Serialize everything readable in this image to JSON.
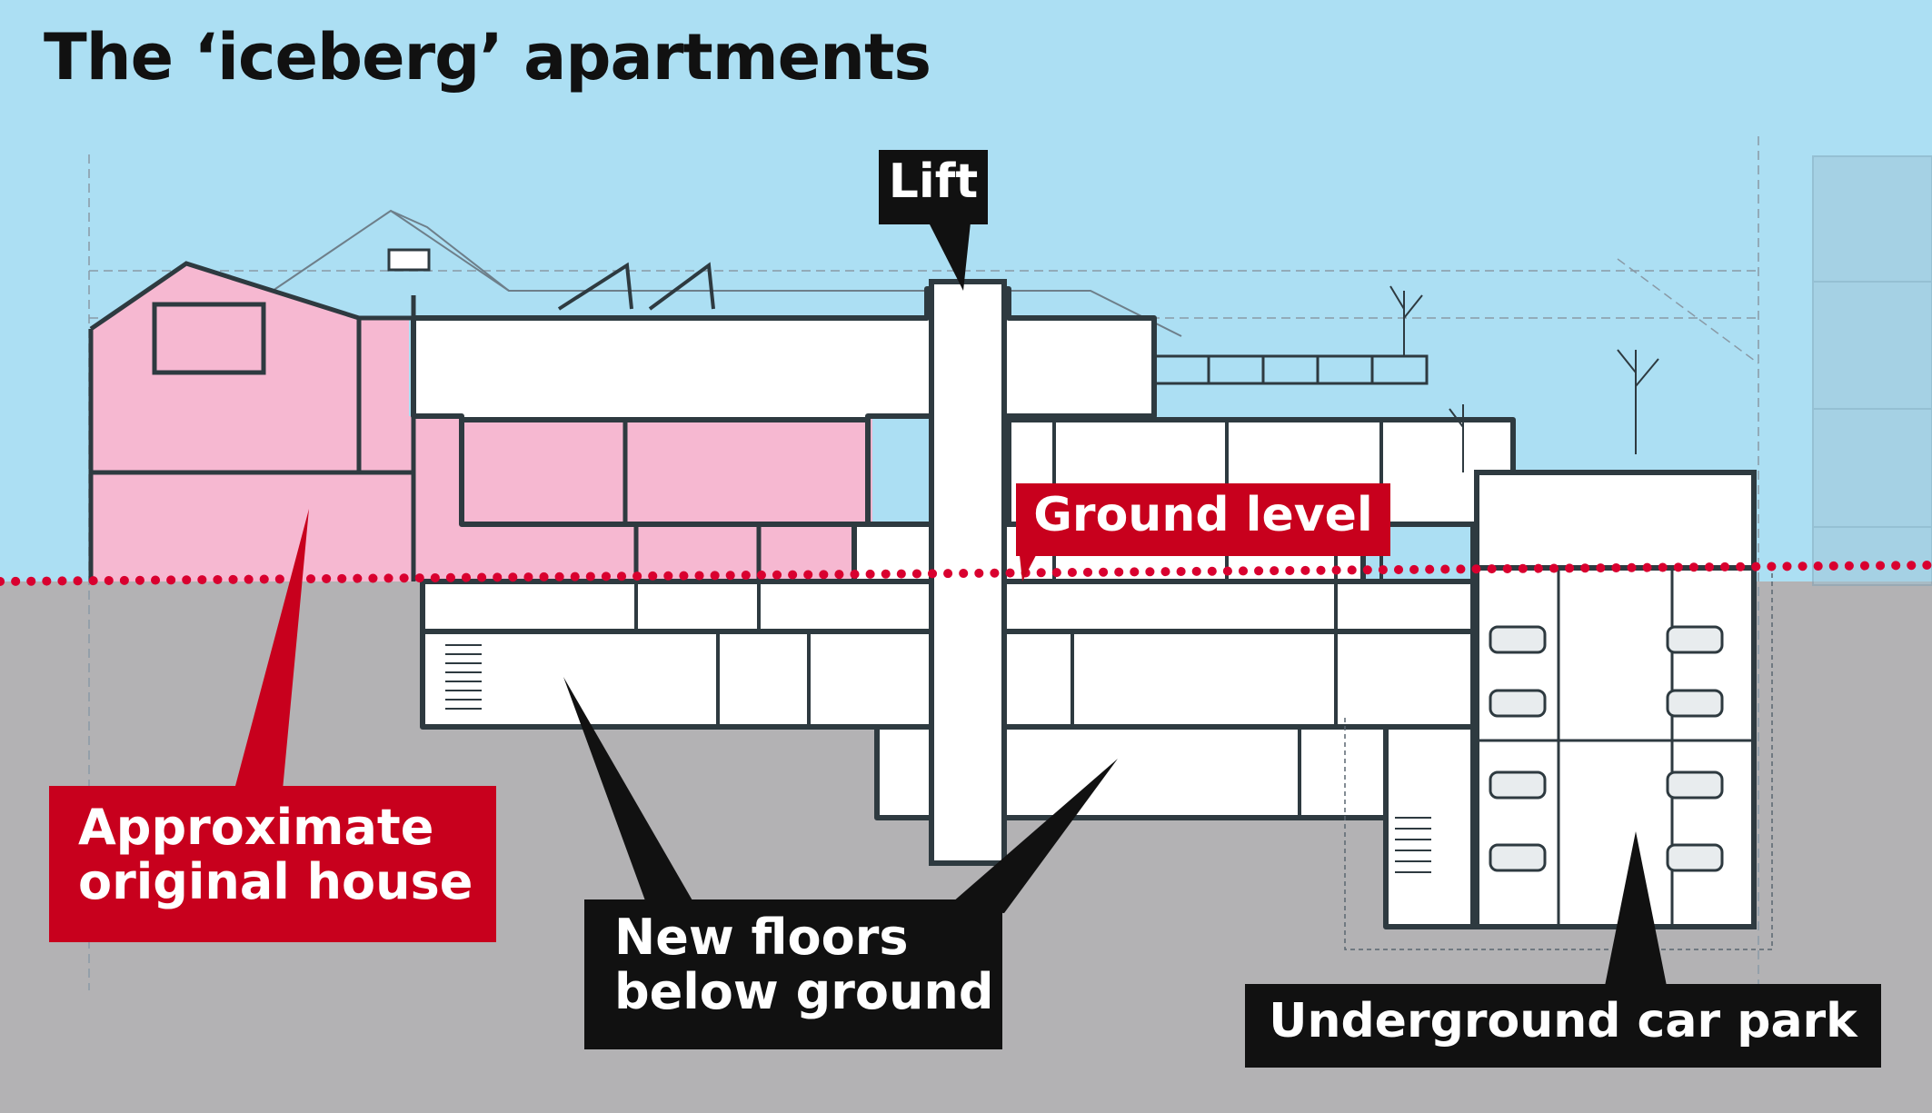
{
  "title": "The ‘iceberg’ apartments",
  "labels": {
    "lift": "Lift",
    "ground_level": "Ground level",
    "original_house_line1": "Approximate",
    "original_house_line2": "original house",
    "new_floors_line1": "New floors",
    "new_floors_line2": "below ground",
    "car_park": "Underground car park"
  },
  "colors": {
    "sky": "#acdff3",
    "ground": "#b3b2b4",
    "original_house": "#f6b8d1",
    "ground_line": "#d9002f",
    "red_label": "#c8001d",
    "black_label": "#111111"
  },
  "icons": [
    "car-icon"
  ]
}
